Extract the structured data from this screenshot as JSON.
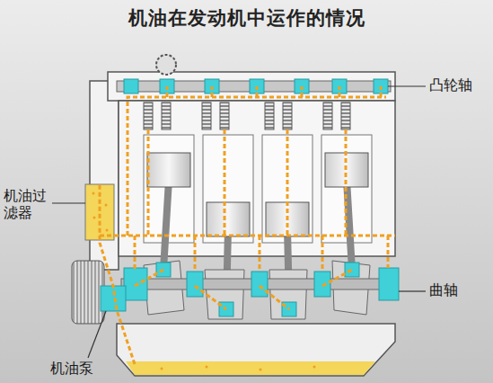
{
  "diagram": {
    "title": "机油在发动机中运作的情况",
    "labels": [
      "凸轮轴",
      "机油过滤器",
      "曲轴",
      "机油泵"
    ]
  }
}
